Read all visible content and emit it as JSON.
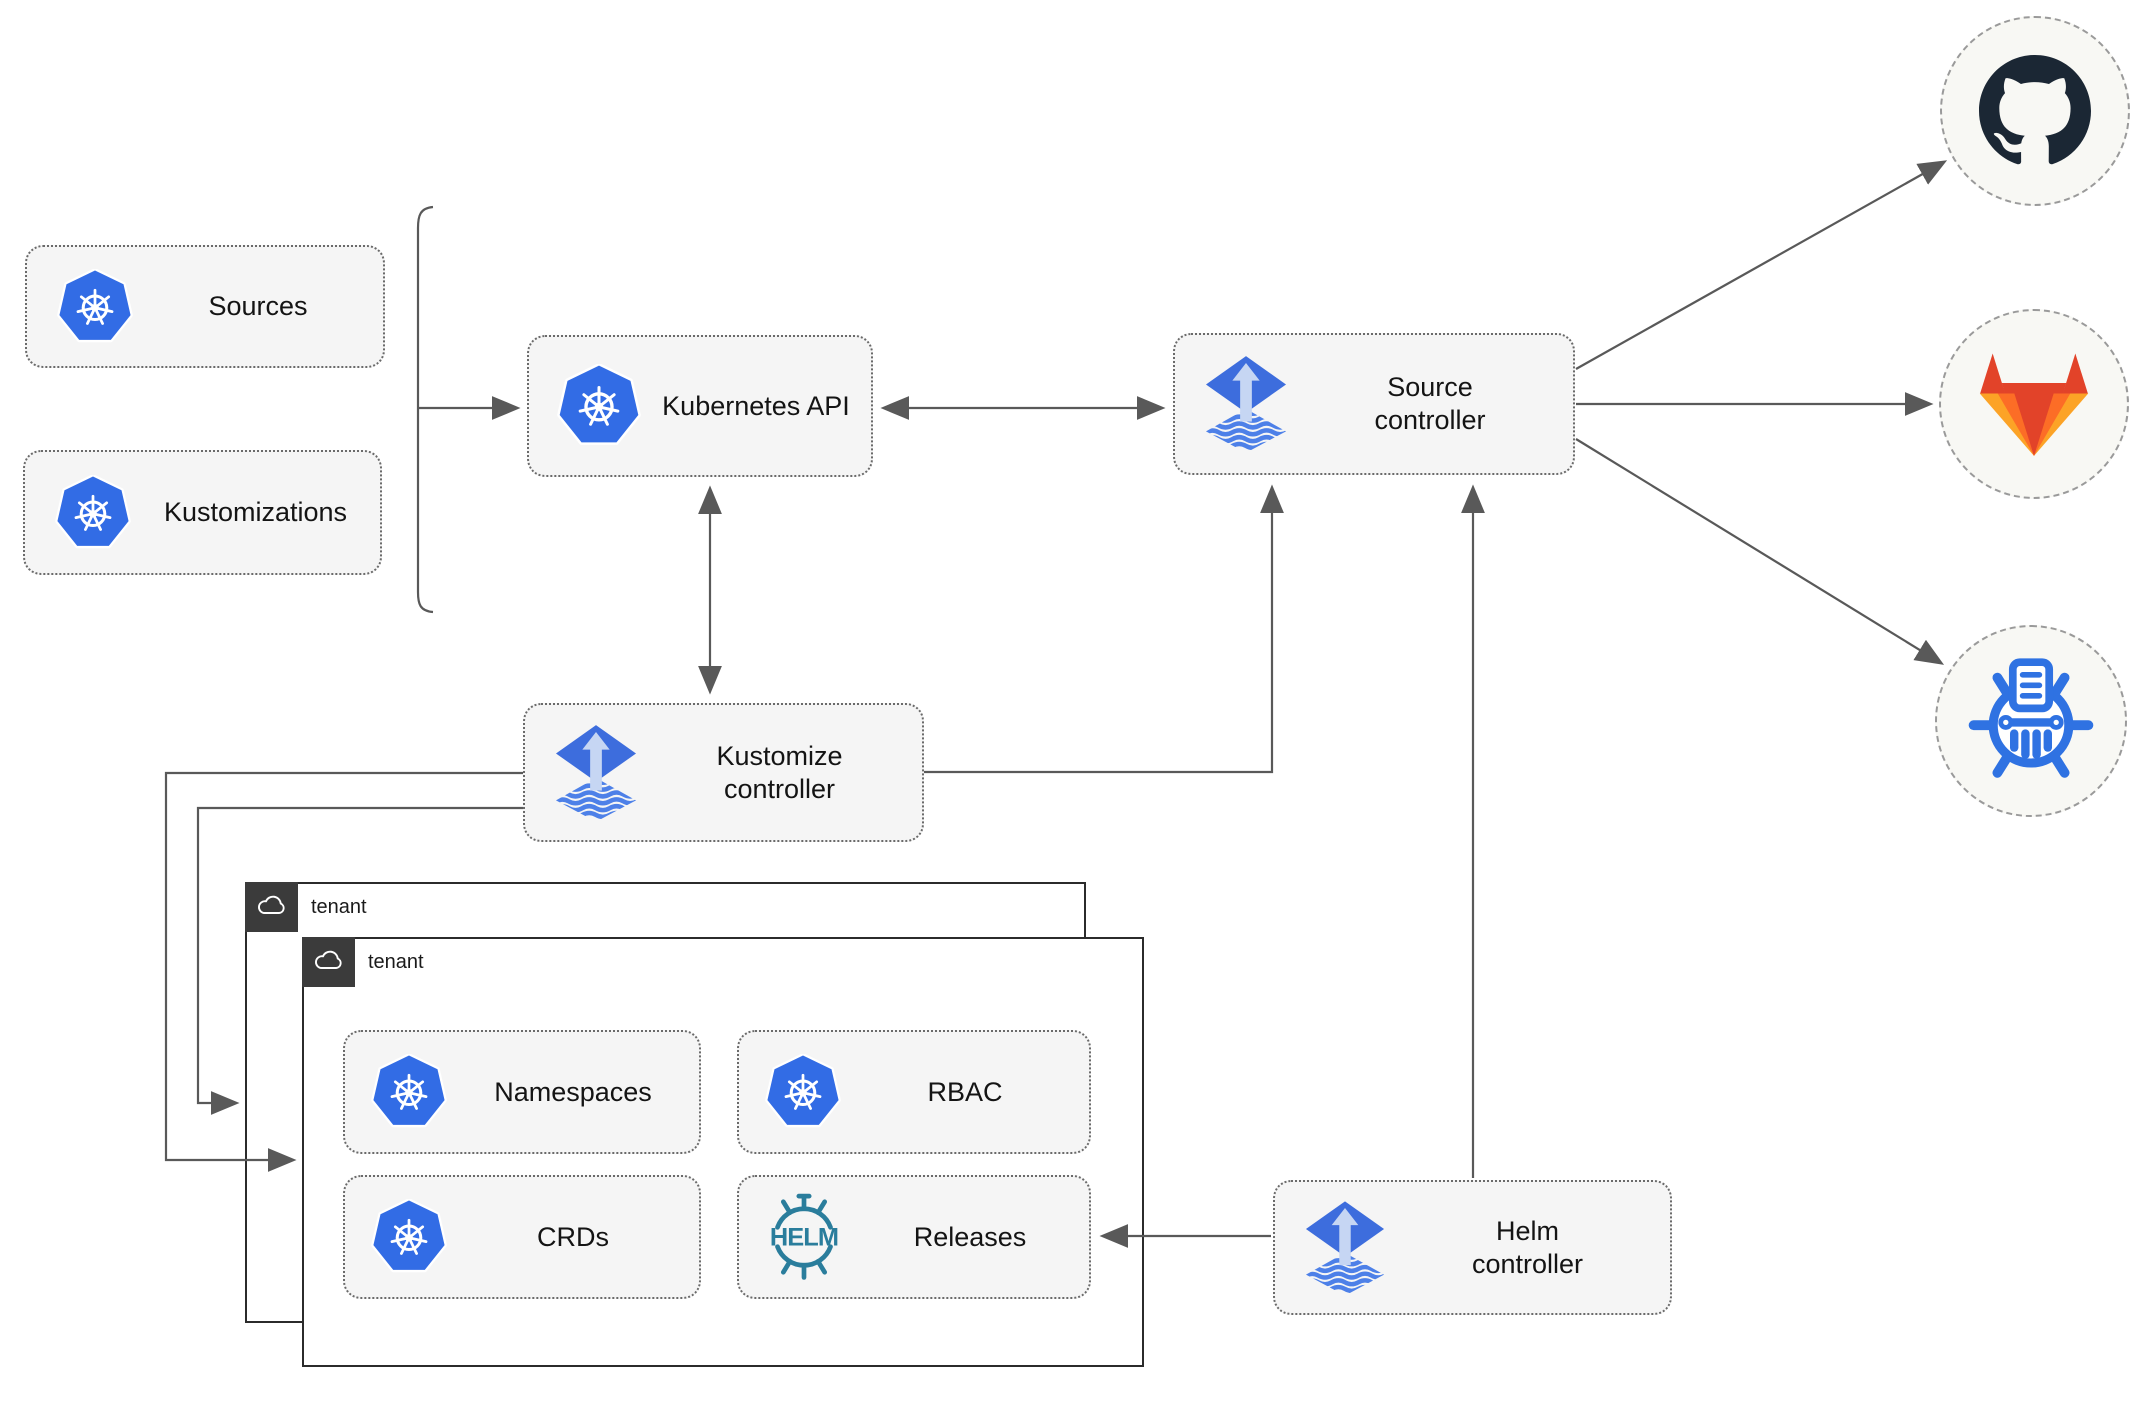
{
  "boxes": {
    "sources": {
      "label": "Sources"
    },
    "kustomizations": {
      "label": "Kustomizations"
    },
    "kubernetes_api": {
      "label": "Kubernetes API"
    },
    "source_controller": {
      "line1": "Source",
      "line2": "controller"
    },
    "kustomize_controller": {
      "line1": "Kustomize",
      "line2": "controller"
    },
    "helm_controller": {
      "line1": "Helm",
      "line2": "controller"
    }
  },
  "tenants": {
    "back_label": "tenant",
    "front_label": "tenant"
  },
  "resources": {
    "namespaces": "Namespaces",
    "rbac": "RBAC",
    "crds": "CRDs",
    "releases": "Releases"
  },
  "icons": {
    "helm_text": "HELM",
    "kubernetes": "kubernetes-wheel-icon",
    "flux": "flux-diamond-icon",
    "github": "github-octocat-icon",
    "gitlab": "gitlab-fox-icon",
    "harbor": "harbor-registry-icon",
    "cloud": "cloud-icon"
  },
  "colors": {
    "kubernetes_blue": "#326CE5",
    "flux_blue": "#3D6DDD",
    "flux_light_arrow": "#C6D6F3",
    "flux_wave_blue": "#4D80E8",
    "helm_teal": "#2A7D9C",
    "harbor_blue": "#2F72E2",
    "github_dark": "#1B2734",
    "gitlab_red": "#E24329",
    "gitlab_orange": "#FC6D26",
    "gitlab_amber": "#FCA326",
    "wire_gray": "#595959",
    "box_fill": "#F5F5F5",
    "tenant_header": "#3B3B3B"
  }
}
